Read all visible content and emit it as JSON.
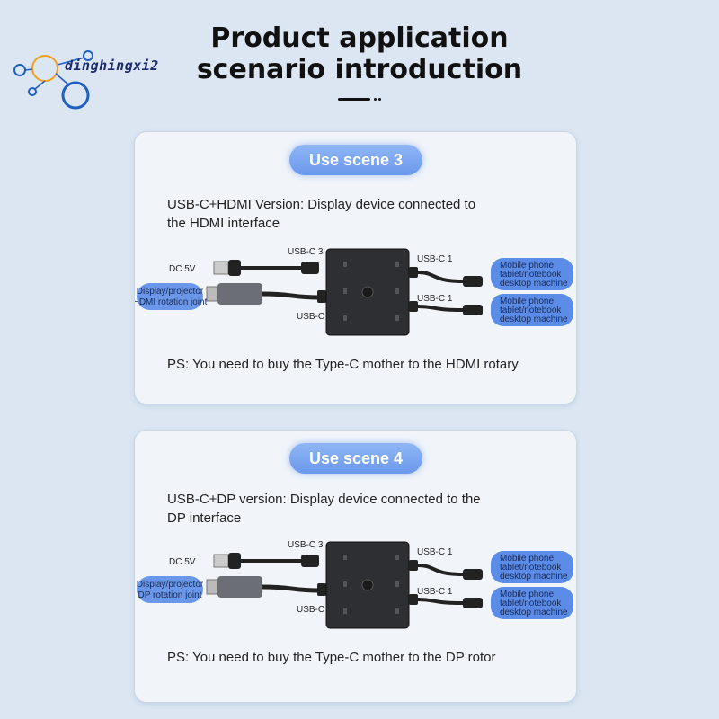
{
  "brand": {
    "name": "dinghingxi2"
  },
  "heading": {
    "line1": "Product application",
    "line2": "scenario introduction"
  },
  "scenes": [
    {
      "badge": "Use scene 3",
      "desc_line1": "USB-C+HDMI Version: Display device connected to",
      "desc_line2": "the HDMI interface",
      "labels": {
        "dc": "DC 5V",
        "usbc3": "USB-C 3",
        "usbc": "USB-C",
        "usbc1_top": "USB-C 1",
        "usbc1_bottom": "USB-C 1",
        "display_line1": "Display/projector",
        "display_line2": "HDMI rotation joint",
        "device_a": [
          "Mobile phone",
          "tablet/notebook",
          "desktop machine"
        ],
        "device_b": [
          "Mobile phone",
          "tablet/notebook",
          "desktop machine"
        ]
      },
      "ps": "PS: You need to buy the Type-C mother to the HDMI rotary"
    },
    {
      "badge": "Use scene 4",
      "desc_line1": "USB-C+DP version: Display device connected to the",
      "desc_line2": "DP interface",
      "labels": {
        "dc": "DC 5V",
        "usbc3": "USB-C 3",
        "usbc": "USB-C",
        "usbc1_top": "USB-C 1",
        "usbc1_bottom": "USB-C 1",
        "display_line1": "Display/projector",
        "display_line2": "DP rotation joint",
        "device_a": [
          "Mobile phone",
          "tablet/notebook",
          "desktop machine"
        ],
        "device_b": [
          "Mobile phone",
          "tablet/notebook",
          "desktop machine"
        ]
      },
      "ps": "PS: You need to buy the Type-C mother to the DP rotor"
    }
  ],
  "colors": {
    "background": "#dbe6f2",
    "card": "#f1f5fa",
    "pill": "#6a98ec",
    "bubble": "#5b8de8"
  }
}
